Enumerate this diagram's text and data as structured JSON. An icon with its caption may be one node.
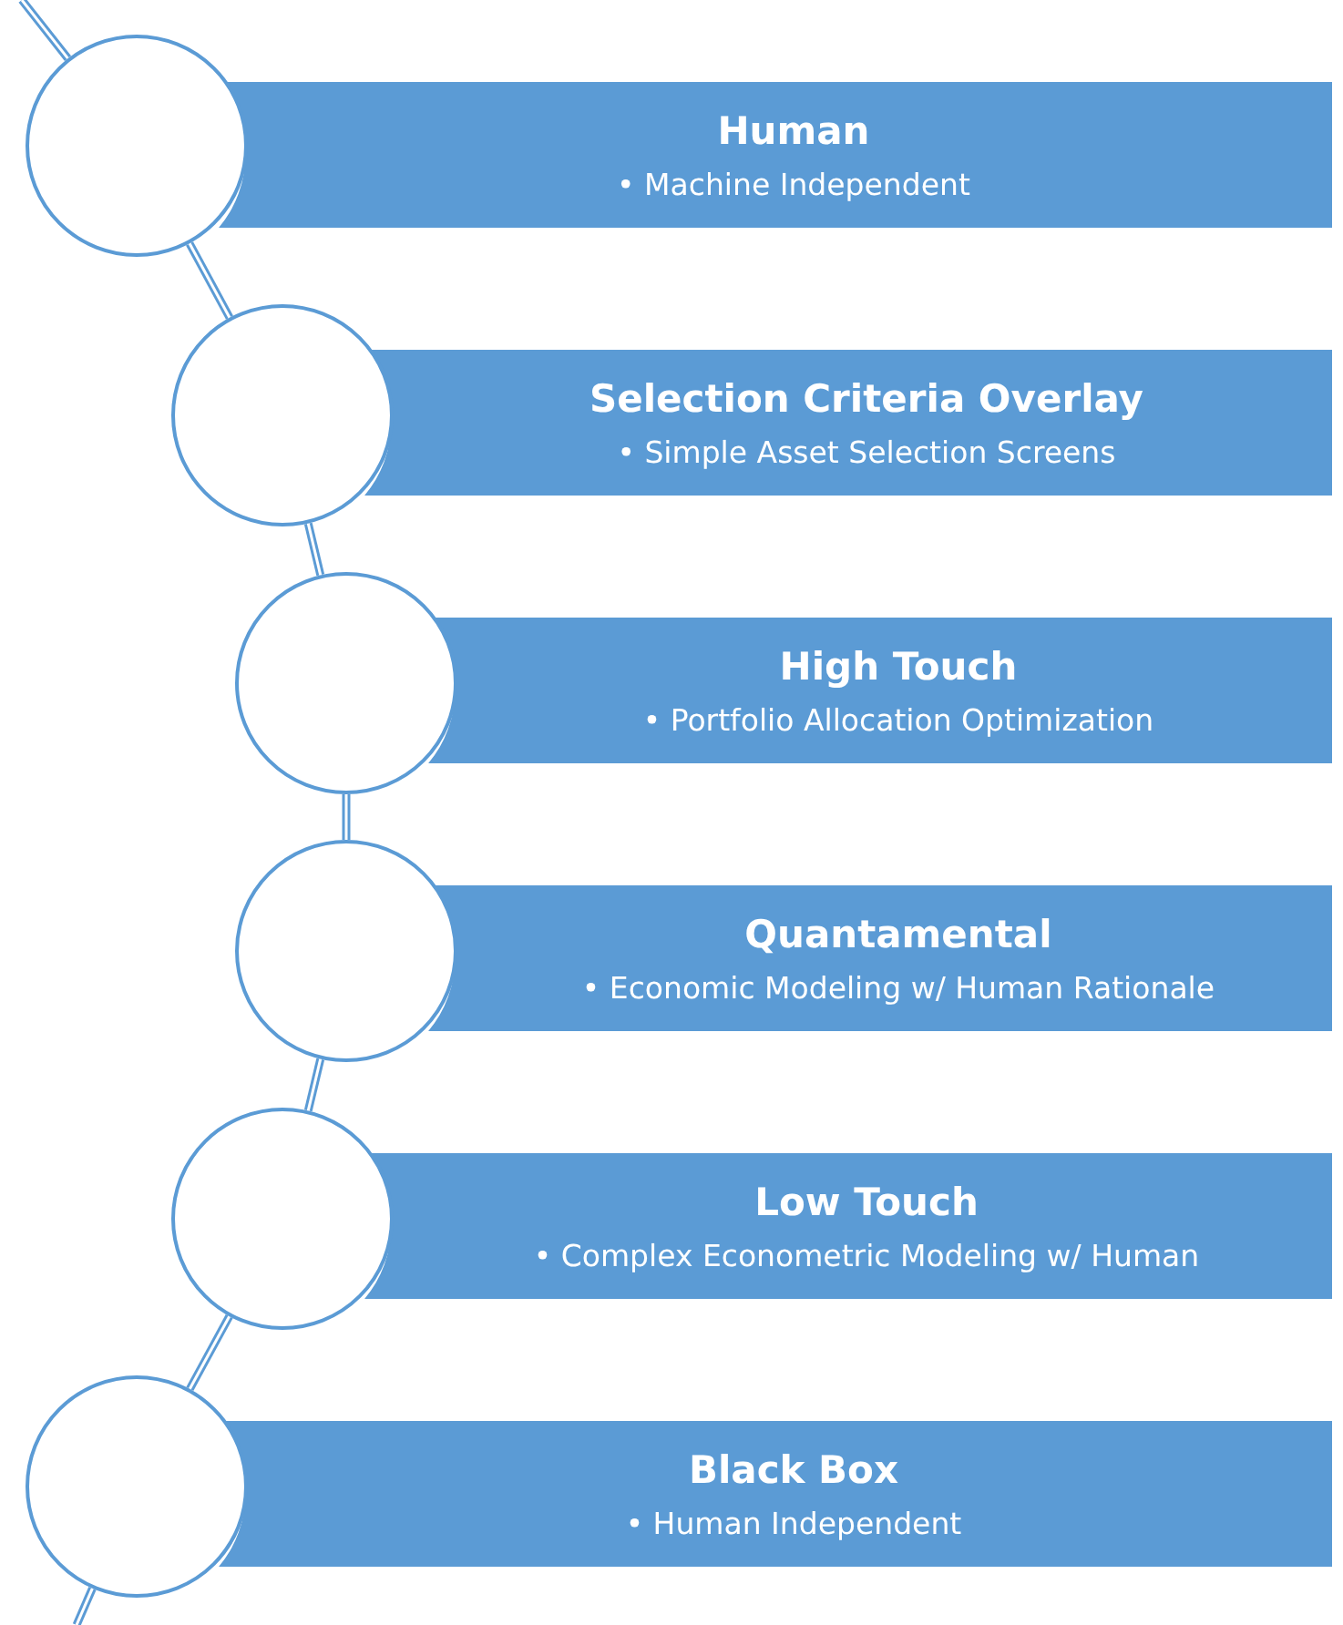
{
  "diagram": {
    "nodes": [
      {
        "text": [
          "Human",
          "• Machine Independent"
        ]
      },
      {
        "text": [
          "Selection Criteria Overlay",
          "• Simple Asset Selection Screens"
        ]
      },
      {
        "text": [
          "High Touch",
          "• Portfolio Allocation Optimization"
        ]
      },
      {
        "text": [
          "Quantamental",
          "• Economic Modeling w/ Human Rationale"
        ]
      },
      {
        "text": [
          "Low Touch",
          "• Complex Econometric Modeling w/ Human"
        ]
      },
      {
        "text": [
          "Black Box",
          "• Human Independent"
        ]
      },
      {
        "text": [],
        "shape": "circle"
      },
      {
        "text": [],
        "shape": "circle"
      },
      {
        "text": [],
        "shape": "circle"
      },
      {
        "text": [],
        "shape": "circle"
      },
      {
        "text": [],
        "shape": "circle"
      },
      {
        "text": [],
        "shape": "circle"
      }
    ],
    "edges": [
      {
        "from": null,
        "to": 6,
        "arrow": "none"
      },
      {
        "from": 6,
        "to": 7,
        "arrow": "none"
      },
      {
        "from": 7,
        "to": 8,
        "arrow": "none"
      },
      {
        "from": 8,
        "to": 9,
        "arrow": "none"
      },
      {
        "from": 9,
        "to": 10,
        "arrow": "none"
      },
      {
        "from": 10,
        "to": 11,
        "arrow": "none"
      },
      {
        "from": 11,
        "to": null,
        "arrow": "none"
      }
    ]
  }
}
